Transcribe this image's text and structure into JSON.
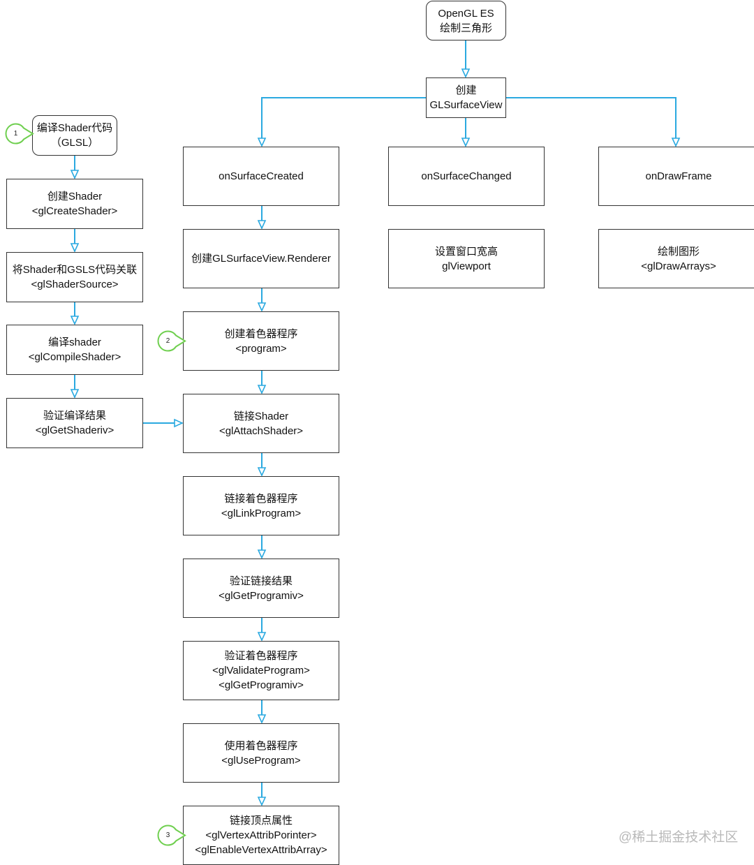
{
  "nodes": {
    "root": [
      "OpenGL ES",
      "绘制三角形"
    ],
    "create_view": [
      "创建",
      "GLSurfaceView"
    ],
    "on_surface_created": [
      "onSurfaceCreated"
    ],
    "on_surface_changed": [
      "onSurfaceChanged"
    ],
    "on_draw_frame": [
      "onDrawFrame"
    ],
    "create_renderer": [
      "创建GLSurfaceView.Renderer"
    ],
    "set_viewport": [
      "设置窗口宽高",
      "glViewport"
    ],
    "draw_shape": [
      "绘制图形",
      "<glDrawArrays>"
    ],
    "create_program": [
      "创建着色器程序",
      "<program>"
    ],
    "attach_shader": [
      "链接Shader",
      "<glAttachShader>"
    ],
    "link_program": [
      "链接着色器程序",
      "<glLinkProgram>"
    ],
    "verify_link": [
      "验证链接结果",
      "<glGetProgramiv>"
    ],
    "validate_program": [
      "验证着色器程序",
      "<glValidateProgram>",
      "<glGetProgramiv>"
    ],
    "use_program": [
      "使用着色器程序",
      "<glUseProgram>"
    ],
    "vertex_attrib": [
      "链接顶点属性",
      "<glVertexAttribPorinter>",
      "<glEnableVertexAttribArray>"
    ],
    "compile_glsl": [
      "编译Shader代码",
      "（GLSL）"
    ],
    "create_shader": [
      "创建Shader",
      "<glCreateShader>"
    ],
    "shader_source": [
      "将Shader和GSLS代码关联",
      "<glShaderSource>"
    ],
    "compile_shader": [
      "编译shader",
      "<glCompileShader>"
    ],
    "verify_compile": [
      "验证编译结果",
      "<glGetShaderiv>"
    ]
  },
  "badges": {
    "b1": "1",
    "b2": "2",
    "b3": "3"
  },
  "watermark": "@稀土掘金技术社区",
  "colors": {
    "arrow": "#2aa9e0",
    "badge": "#6fcf4f",
    "border": "#333333"
  }
}
